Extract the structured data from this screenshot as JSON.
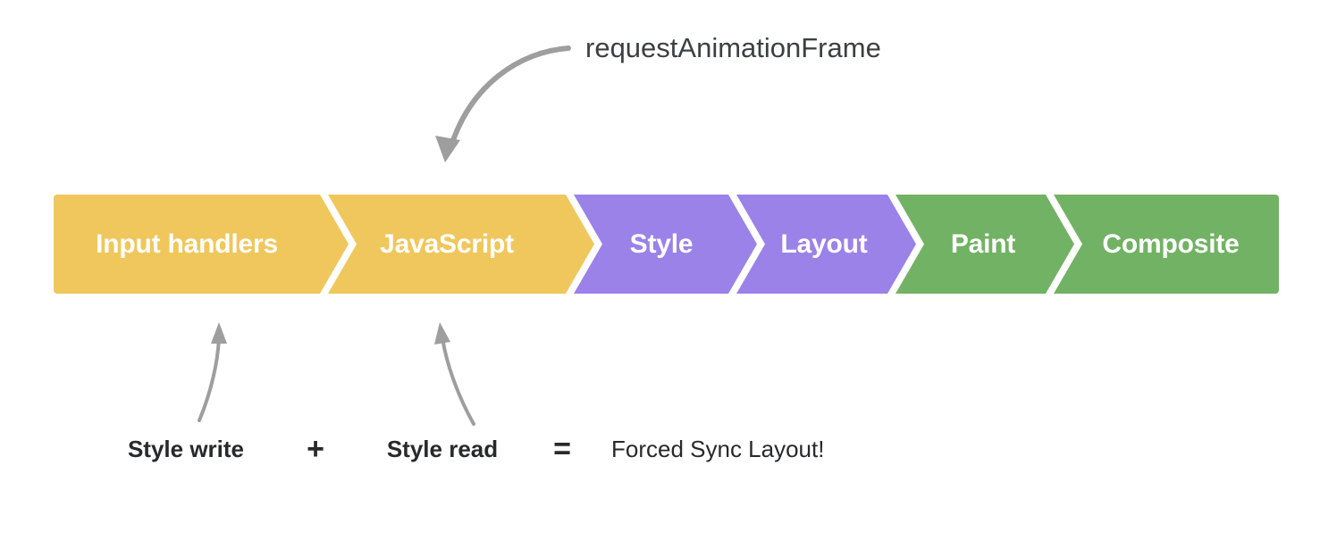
{
  "diagram": {
    "title": "Browser rendering pipeline with forced synchronous layout annotation",
    "colors": {
      "yellow": "#efc75c",
      "purple": "#9b82e8",
      "green": "#72b264",
      "label_text": "#ffffff",
      "arrow": "#9e9e9e",
      "body_text": "#28292b",
      "background": "#ffffff"
    },
    "pipeline": {
      "segments": [
        {
          "label": "Input handlers",
          "color_key": "yellow",
          "group": "javascript"
        },
        {
          "label": "JavaScript",
          "color_key": "yellow",
          "group": "javascript"
        },
        {
          "label": "Style",
          "color_key": "purple",
          "group": "style-layout"
        },
        {
          "label": "Layout",
          "color_key": "purple",
          "group": "style-layout"
        },
        {
          "label": "Paint",
          "color_key": "green",
          "group": "paint-composite"
        },
        {
          "label": "Composite",
          "color_key": "green",
          "group": "paint-composite"
        }
      ]
    },
    "callouts": {
      "raf": {
        "text": "requestAnimationFrame",
        "points_to": "JavaScript"
      }
    },
    "formula": {
      "term_1": "Style write",
      "operator_plus": "+",
      "term_2": "Style read",
      "operator_equals": "=",
      "result": "Forced Sync Layout!",
      "term_1_points_to": "Input handlers",
      "term_2_points_to": "JavaScript"
    }
  }
}
